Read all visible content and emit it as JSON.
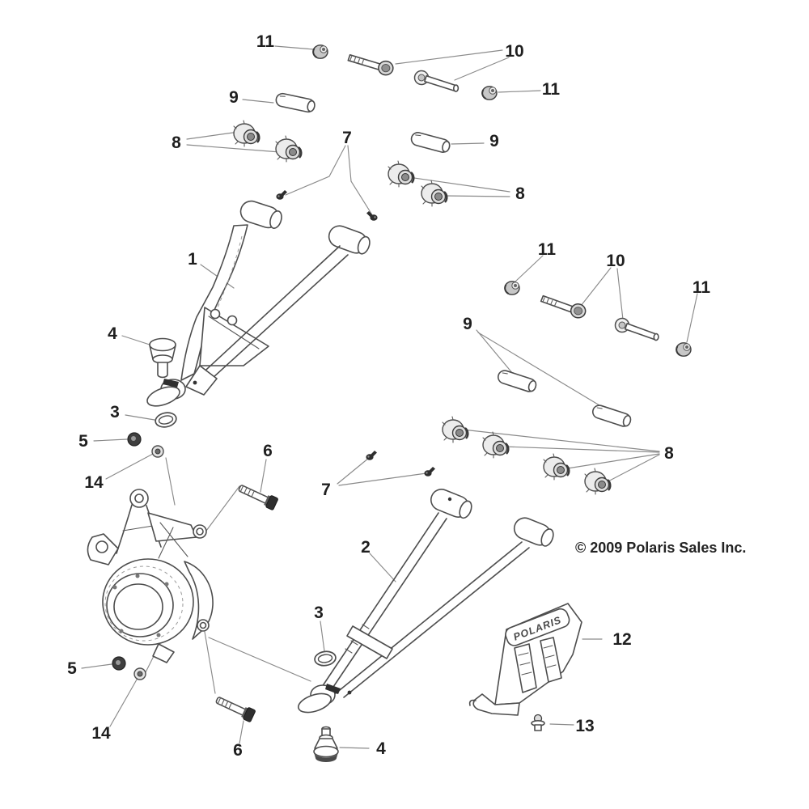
{
  "diagram": {
    "copyright": "© 2009 Polaris Sales Inc.",
    "brand_stamp": "POLARIS",
    "callouts": [
      {
        "label": "11"
      },
      {
        "label": "10"
      },
      {
        "label": "11"
      },
      {
        "label": "9"
      },
      {
        "label": "8"
      },
      {
        "label": "7"
      },
      {
        "label": "9"
      },
      {
        "label": "8"
      },
      {
        "label": "1"
      },
      {
        "label": "11"
      },
      {
        "label": "10"
      },
      {
        "label": "11"
      },
      {
        "label": "9"
      },
      {
        "label": "4"
      },
      {
        "label": "3"
      },
      {
        "label": "5"
      },
      {
        "label": "14"
      },
      {
        "label": "8"
      },
      {
        "label": "6"
      },
      {
        "label": "7"
      },
      {
        "label": "2"
      },
      {
        "label": "3"
      },
      {
        "label": "12"
      },
      {
        "label": "5"
      },
      {
        "label": "14"
      },
      {
        "label": "6"
      },
      {
        "label": "4"
      },
      {
        "label": "13"
      }
    ]
  }
}
